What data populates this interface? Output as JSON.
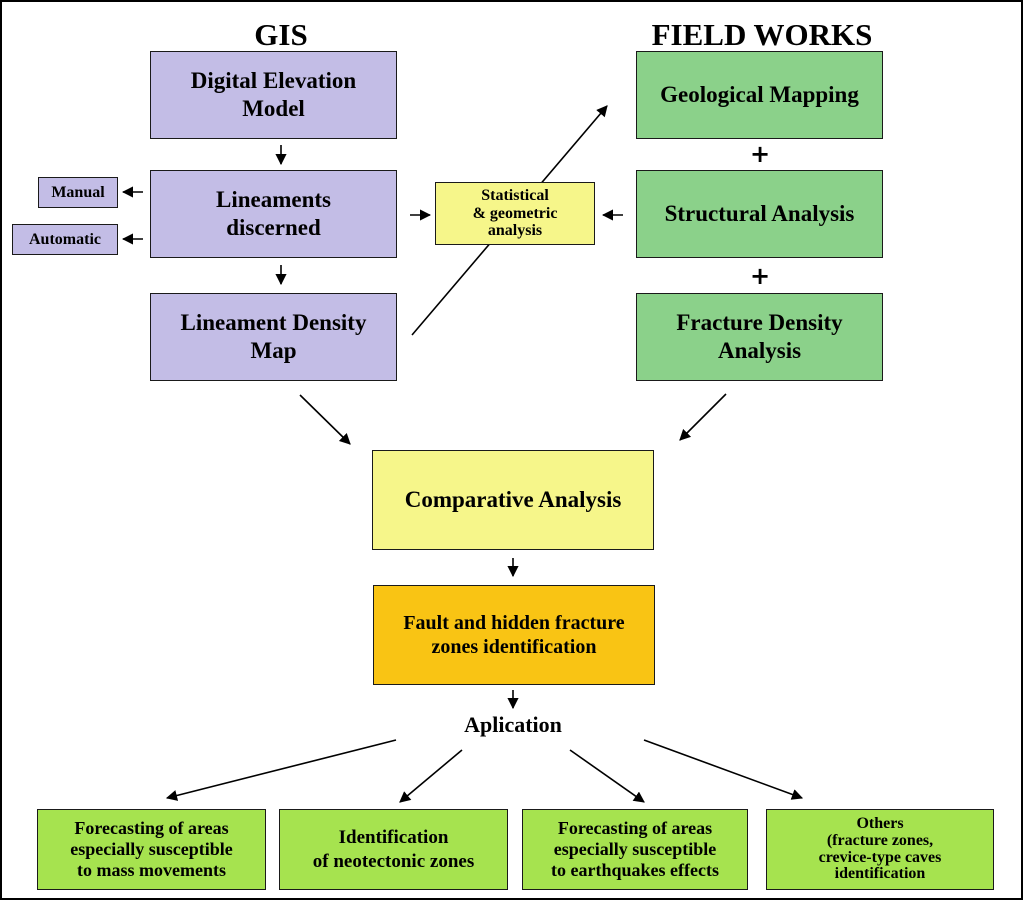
{
  "headings": {
    "gis": "GIS",
    "field_works": "FIELD WORKS"
  },
  "gis_column": {
    "dem": "Digital Elevation\nModel",
    "lineaments": "Lineaments\ndiscerned",
    "density_map": "Lineament Density\nMap",
    "manual": "Manual",
    "automatic": "Automatic"
  },
  "center": {
    "statistical": "Statistical\n& geometric\nanalysis"
  },
  "field_column": {
    "geological_mapping": "Geological Mapping",
    "structural_analysis": "Structural Analysis",
    "fracture_density": "Fracture Density\nAnalysis",
    "plus_symbol": "+"
  },
  "flow": {
    "comparative": "Comparative Analysis",
    "fault_identification": "Fault and hidden fracture\nzones identification",
    "application_label": "Aplication"
  },
  "applications": [
    "Forecasting of areas\nespecially susceptible\nto mass movements",
    "Identification\nof neotectonic zones",
    "Forecasting of areas\nespecially susceptible\nto earthquakes effects",
    "Others\n(fracture zones,\ncrevice-type caves\nidentification"
  ],
  "colors": {
    "gis_boxes": "#c3bde6",
    "field_boxes": "#8bd18a",
    "statistical_box": "#f6f68a",
    "comparative_box": "#f6f68a",
    "fault_box": "#f9c414",
    "application_boxes": "#a6e34f"
  }
}
